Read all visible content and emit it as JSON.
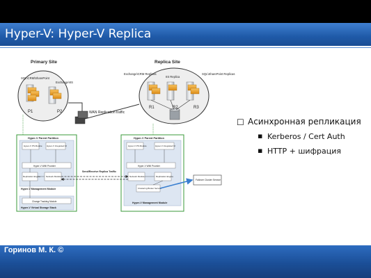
{
  "slide": {
    "title": "Hyper-V: Hyper-V Replica",
    "footer": "Горинов М. К. ©"
  },
  "bullets": {
    "main": "Асинхронная репликация",
    "items": [
      "Kerberos / Cert Auth",
      "HTTP + шифрация"
    ]
  },
  "diagram": {
    "primary_site": "Primary Site",
    "replica_site": "Replica Site",
    "primary_servers": [
      {
        "label": "SQL\\CRM\\SharePoint",
        "name": "P1"
      },
      {
        "label": "Exchange\\IIS",
        "name": "P2"
      }
    ],
    "replica_servers": [
      {
        "label": "Exchange\\CRM Replicas",
        "name": "R1"
      },
      {
        "label": "IIS Replica",
        "name": "R2"
      },
      {
        "label": "SQL\\SharePoint Replicas",
        "name": "R3"
      }
    ],
    "wan_label": "WAN Replication traffic",
    "primary_host": {
      "parent_partition": "Hyper-V Parent Partition",
      "vmms_module": "Hyper-V PS Module",
      "integrated_ui": "Hyper-V Integrated UI",
      "wmi_provider": "Hyper-V WMI Provider",
      "replication_engine": "Replication Engine",
      "network_module": "Network Module",
      "management_module": "Hyper-V Management Module",
      "change_tracking": "Change Tracking Module",
      "storage_stack": "Hyper-V Virtual Storage Stack"
    },
    "replica_host": {
      "parent_partition": "Hyper-V Parent Partition",
      "vmms_module": "Hyper-V PS Module",
      "integrated_ui": "Hyper-V Integrated UI",
      "wmi_provider": "Hyper-V WMI Provider",
      "network_module": "Network Module",
      "replication_engine": "Replication Engine",
      "broker": "Clustering Broker Service",
      "management_module": "Hyper-V Management Module"
    },
    "traffic_label": "Send/Receive Replica Traffic",
    "cluster_service": "Failover Cluster Service"
  },
  "colors": {
    "title_bar": "#1f5aa8",
    "host_border": "#3a9a3a",
    "panel_fill": "#dde6f2",
    "server_accent": "#e8a020"
  }
}
